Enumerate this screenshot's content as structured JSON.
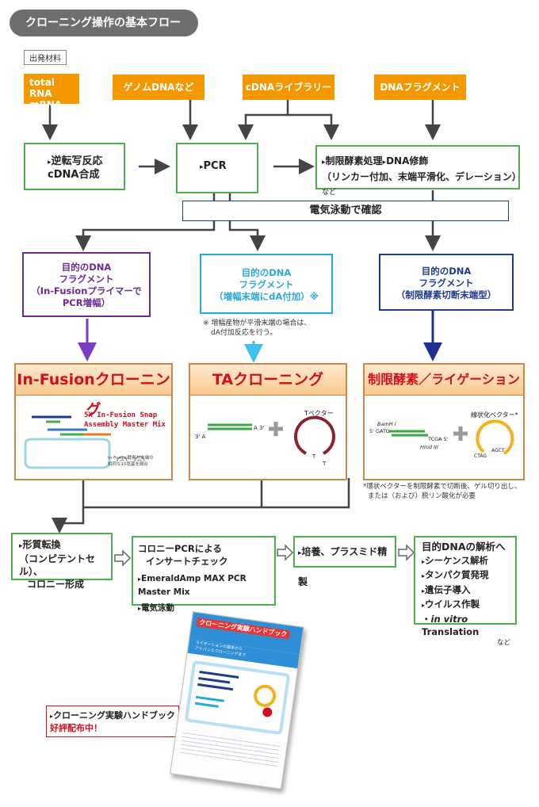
{
  "title": "クローニング操作の基本フロー",
  "start_label": "出発材料",
  "materials": [
    {
      "line1": "total RNA",
      "line2": "mRNA"
    },
    {
      "line1": "ゲノムDNAなど",
      "line2": ""
    },
    {
      "line1": "cDNAライブラリー",
      "line2": ""
    },
    {
      "line1": "DNAフラグメント",
      "line2": ""
    }
  ],
  "rt_box": {
    "line1": "逆転写反応",
    "line2": "cDNA合成"
  },
  "pcr_box": "PCR",
  "restriction_box": {
    "line1": "制限酵素処理",
    "line1b": "DNA修飾",
    "line2": "（リンカー付加、末端平滑化、デレーション）",
    "suffix": "など"
  },
  "electro_box": "電気泳動で確認",
  "fragments": [
    {
      "l1": "目的のDNA",
      "l2": "フラグメント",
      "l3": "（In-Fusionプライマーで",
      "l4": "PCR増幅）",
      "color": "#6a2c91"
    },
    {
      "l1": "目的のDNA",
      "l2": "フラグメント",
      "l3": "（増幅末端にdA付加）※",
      "l4": "",
      "color": "#29a8d9"
    },
    {
      "l1": "目的のDNA",
      "l2": "フラグメント",
      "l3": "（制限酵素切断末端型）",
      "l4": "",
      "color": "#1f3c8c"
    }
  ],
  "note_dA": {
    "l1": "※ 増幅産物が平滑末端の場合は、",
    "l2": "dA付加反応を行う。"
  },
  "panels": {
    "infusion": {
      "title": "In-Fusionクローニング",
      "kit_l1": "5X In-Fusion Snap",
      "kit_l2": "Assembly Master Mix",
      "caption_l1": "In-Fusion酵素が末端の",
      "caption_l2": "相同な15塩基を融合"
    },
    "ta": {
      "title": "TAクローニング",
      "vector": "Tベクター",
      "left_end": "3' A",
      "right_end": "A 3'",
      "t1": "T",
      "t2": "T"
    },
    "restriction": {
      "title": "制限酵素／ライゲーション",
      "vector": "線状化ベクター*",
      "bam": "BamH I",
      "gatc": "5' GATC",
      "tcga": "TCGA 5'",
      "hind": "Hind III",
      "ctag": "CTAG",
      "agct": "AGCT"
    }
  },
  "note_vector": {
    "l1": "*環状ベクターを制限酵素で切断後、ゲル切り出し、",
    "l2": "または（および）脱リン酸化が必要"
  },
  "step_transform": {
    "l1": "形質転換",
    "l2": "（コンピテントセル）、",
    "l3": "コロニー形成"
  },
  "step_colony": {
    "l1": "コロニーPCRによる",
    "l2": "インサートチェック",
    "l3": "EmeraldAmp MAX PCR Master Mix",
    "l4": "電気泳動"
  },
  "step_culture": "培養、プラスミド精製",
  "step_analysis": {
    "title": "目的DNAの解析へ",
    "items": [
      "シーケンス解析",
      "タンパク質発現",
      "遺伝子導入",
      "ウイルス作製"
    ],
    "last_em": "in vitro",
    "last_rest": " Translation",
    "suffix": "など"
  },
  "handbook": {
    "l1": "クローニング実験ハンドブック",
    "l2": "好評配布中！"
  },
  "book": {
    "title": "クローニング実験ハンドブック",
    "subtitle": "ライゲーションの基本から",
    "subtitle2": "アドバンスクローニングまで"
  },
  "colors": {
    "green": "#4caf50",
    "orange": "#f39800",
    "purple": "#6a2c91",
    "cyan": "#29a8d9",
    "navy": "#1f3c8c",
    "red": "#d10f1f",
    "gold": "#f3b11b",
    "maroon": "#8b2230"
  }
}
